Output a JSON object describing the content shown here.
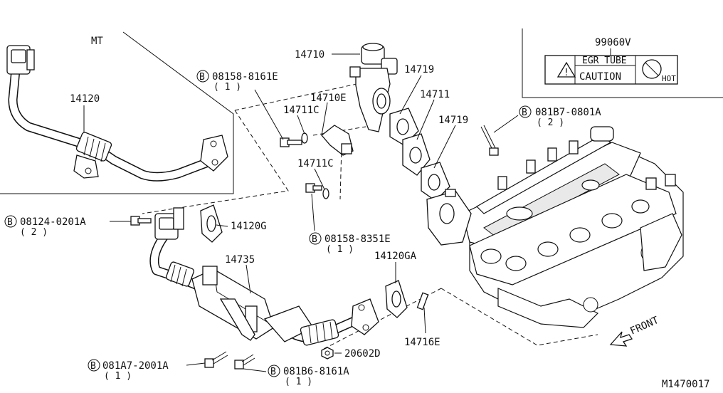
{
  "inset": {
    "label": "MT",
    "part": "14120"
  },
  "caution": {
    "part": "99060V",
    "line1": "EGR TUBE",
    "line2": "CAUTION",
    "hot": "HOT"
  },
  "callouts": {
    "p14710": "14710",
    "p14719a": "14719",
    "p14711": "14711",
    "p14710e": "14710E",
    "p14719b": "14719",
    "p14711c_a": "14711C",
    "p14711c_b": "14711C",
    "p14120g": "14120G",
    "p14735": "14735",
    "p14120ga": "14120GA",
    "p14716e": "14716E",
    "p20602d": "20602D"
  },
  "bolts": {
    "b1": {
      "mark": "B",
      "num": "08158-8161E",
      "qty": "( 1 )"
    },
    "b2": {
      "mark": "B",
      "num": "081B7-0801A",
      "qty": "( 2 )"
    },
    "b3": {
      "mark": "B",
      "num": "08124-0201A",
      "qty": "( 2 )"
    },
    "b4": {
      "mark": "B",
      "num": "08158-8351E",
      "qty": "( 1 )"
    },
    "b5": {
      "mark": "B",
      "num": "081A7-2001A",
      "qty": "( 1 )"
    },
    "b6": {
      "mark": "B",
      "num": "081B6-8161A",
      "qty": "( 1 )"
    }
  },
  "front": "FRONT",
  "figure_id": "M1470017"
}
